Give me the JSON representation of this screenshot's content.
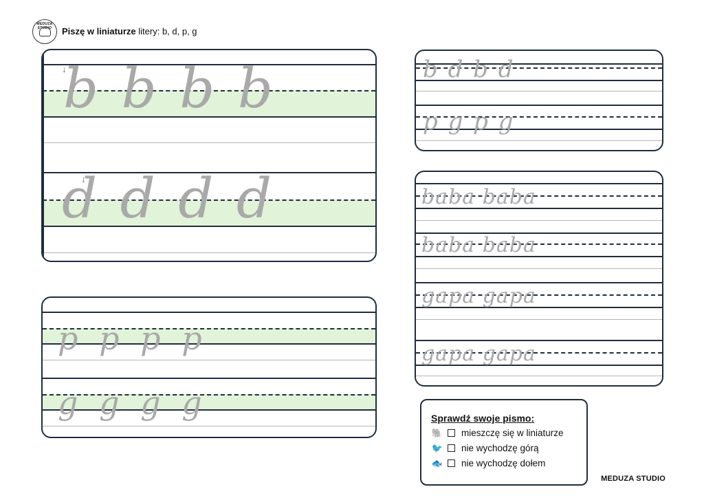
{
  "header": {
    "logo_text": "MEDUZA STUDIO",
    "title_bold": "Piszę w liniaturze",
    "title_rest": " litery: b, d, p, g"
  },
  "panels": {
    "bd_practice": {
      "row1": "b b b b",
      "row2": "d d d d"
    },
    "pg_practice": {
      "row1": "p p p p",
      "row2": "g g g g"
    },
    "small_practice": {
      "row1": "b d b d",
      "row2": "p g p g"
    },
    "words_practice": {
      "row1": "baba baba",
      "row2": "baba baba",
      "row3": "gapa gapa",
      "row4": "gapa gapa"
    }
  },
  "checklist": {
    "title": "Sprawdź swoje pismo:",
    "items": [
      {
        "icon": "elephant-icon",
        "text": "mieszczę się w liniaturze"
      },
      {
        "icon": "bird-icon",
        "text": "nie wychodzę górą"
      },
      {
        "icon": "fish-icon",
        "text": "nie wychodzę dołem"
      }
    ]
  },
  "footer": {
    "brand": "MEDUZA STUDIO"
  },
  "colors": {
    "line": "#1f2d3d",
    "band": "#e1f3d8",
    "trace": "#a9a9a9",
    "guide": "#b5b5b5"
  }
}
